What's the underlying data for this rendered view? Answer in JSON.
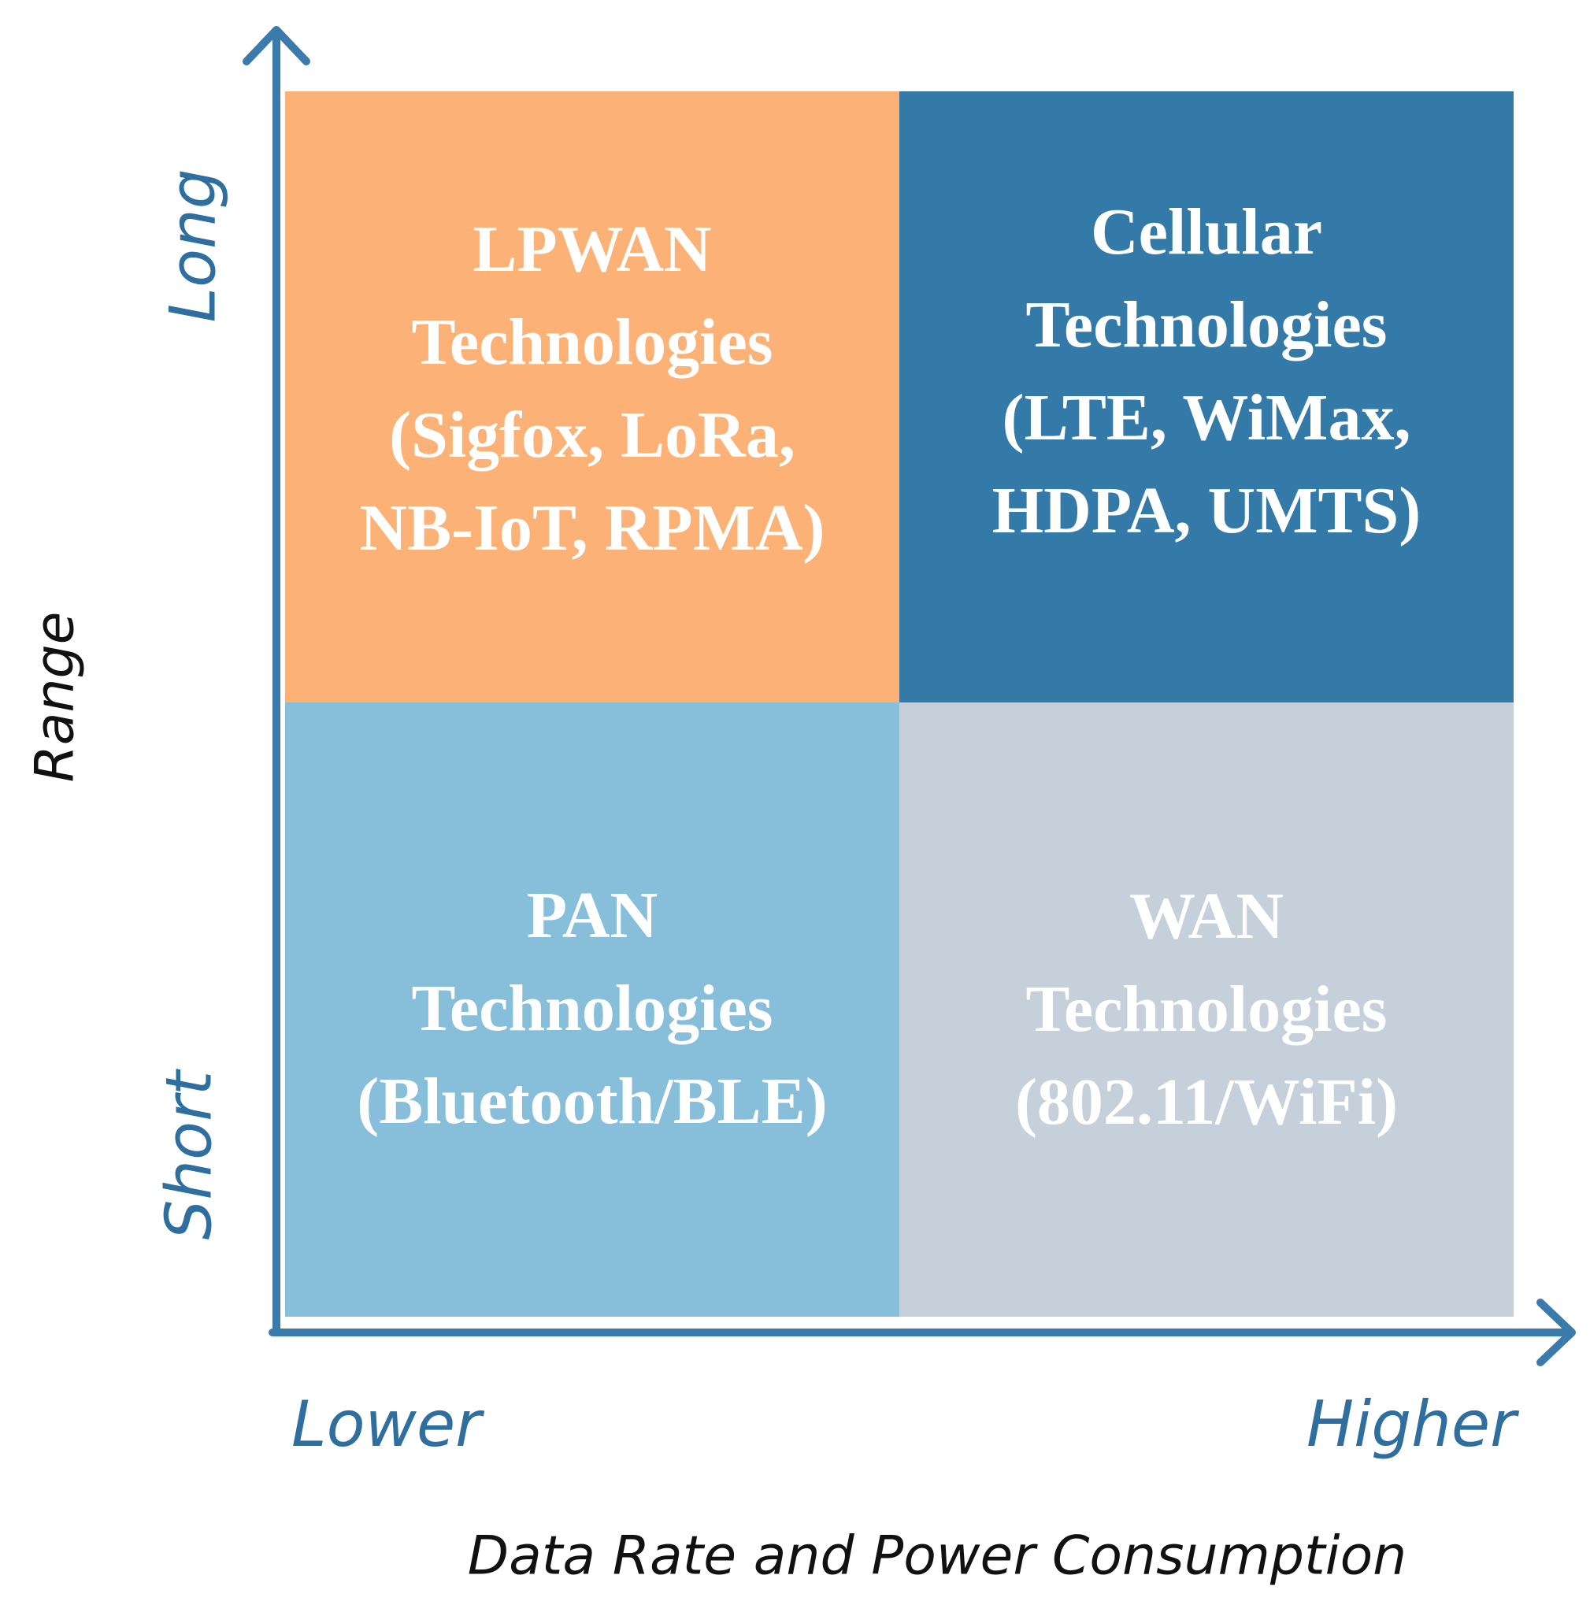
{
  "quadrants": {
    "top_left": {
      "lines": [
        "LPWAN",
        "Technologies",
        "(Sigfox, LoRa,",
        "NB-IoT, RPMA)"
      ],
      "color": "#fcb276"
    },
    "top_right": {
      "lines": [
        "Cellular",
        "Technologies",
        "(LTE, WiMax,",
        "HDPA, UMTS)"
      ],
      "color": "#347aa8"
    },
    "bottom_left": {
      "lines": [
        "PAN",
        "Technologies",
        "(Bluetooth/BLE)"
      ],
      "color": "#87bfdb"
    },
    "bottom_right": {
      "lines": [
        "WAN",
        "Technologies",
        "(802.11/WiFi)"
      ],
      "color": "#c5d0da"
    }
  },
  "y_axis": {
    "label": "Range",
    "low": "Short",
    "high": "Long"
  },
  "x_axis": {
    "label": "Data Rate and Power Consumption",
    "low": "Lower",
    "high": "Higher"
  },
  "colors": {
    "axis": "#3a7bab",
    "tick_text": "#2f6f9f",
    "label_text": "#111111"
  }
}
